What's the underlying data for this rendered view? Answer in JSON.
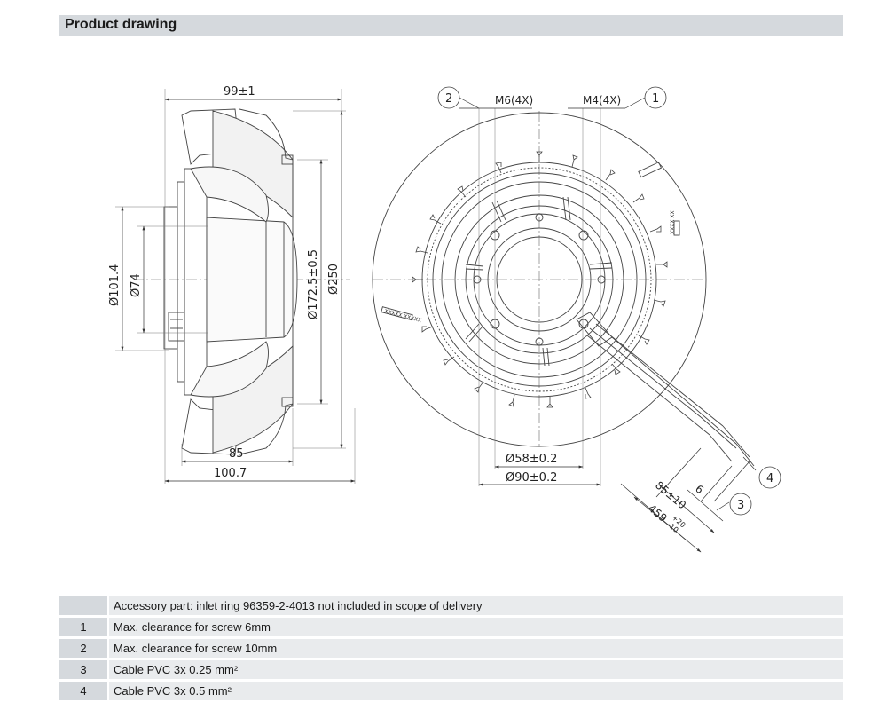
{
  "header": {
    "title": "Product drawing"
  },
  "dims": {
    "depth_total": "99±1",
    "d101": "Ø101.4",
    "d74": "Ø74",
    "d172": "Ø172.5±0.5",
    "d250": "Ø250",
    "len85": "85",
    "len100": "100.7",
    "m6": "M6(4X)",
    "m4": "M4(4X)",
    "d58": "Ø58±0.2",
    "d90": "Ø90±0.2",
    "cable85": "85±10",
    "cable6": "6",
    "cable459": "459",
    "cable459_tol_up": "+20",
    "cable459_tol_dn": "-10",
    "label_small": "XXXX XX",
    "label_big": "XXXXX XXXXX"
  },
  "callouts": [
    "1",
    "2",
    "3",
    "4"
  ],
  "legend": [
    {
      "key": "",
      "text": "Accessory part: inlet ring 96359-2-4013 not included in scope of delivery"
    },
    {
      "key": "1",
      "text": "Max. clearance for screw 6mm"
    },
    {
      "key": "2",
      "text": "Max. clearance for screw 10mm"
    },
    {
      "key": "3",
      "text": "Cable PVC 3x 0.25 mm²"
    },
    {
      "key": "4",
      "text": "Cable PVC 3x 0.5 mm²"
    }
  ]
}
